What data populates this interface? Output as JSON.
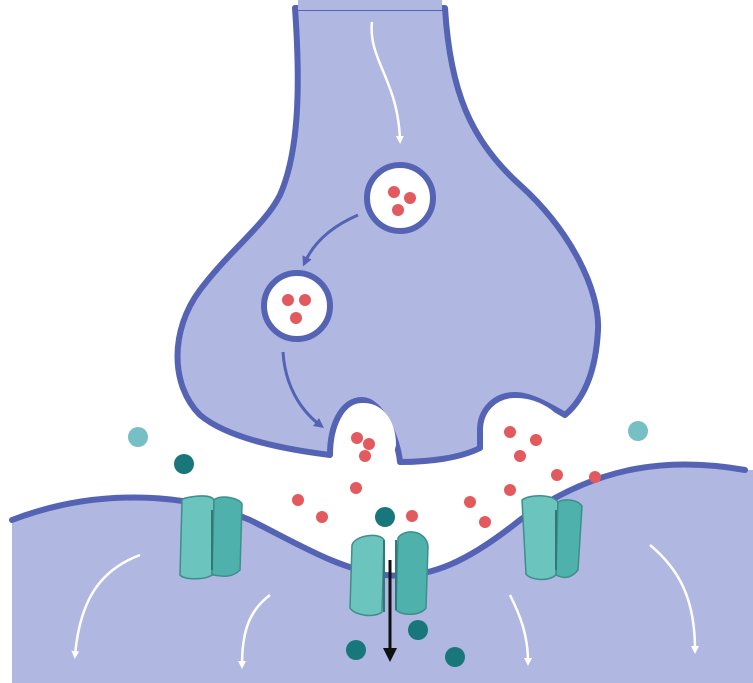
{
  "diagram": {
    "text_labels": [],
    "colors": {
      "cytoplasm_fill": "#b0b7e0",
      "membrane_stroke": "#5463b4",
      "cleft_background": "#ffffff",
      "vesicle_fill": "#ffffff",
      "neurotransmitter": "#e25a5e",
      "ion_dark": "#17777b",
      "ion_light": "#76bfc5",
      "channel_fill": "#6cc4be",
      "channel_stroke": "#3e8e89",
      "signal_arrow_light": "#ffffff",
      "signal_arrow_blue": "#5463b4",
      "ion_flow_arrow": "#111111"
    },
    "icons": [
      "presynaptic-terminal",
      "postsynaptic-membrane",
      "synaptic-vesicle",
      "neurotransmitter-molecule",
      "receptor-channel",
      "ion-particle",
      "ion-flow-arrow"
    ]
  }
}
